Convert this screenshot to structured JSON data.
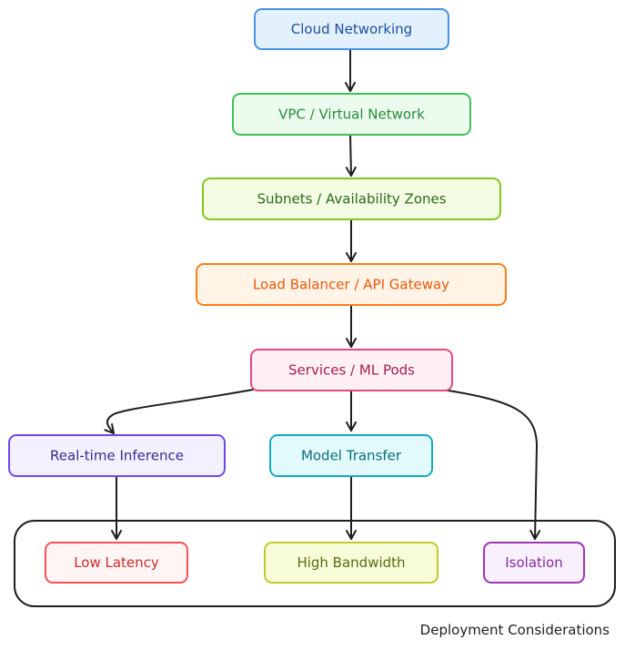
{
  "nodes": {
    "cloud_networking": {
      "label": "Cloud Networking",
      "stroke": "#4a90e2",
      "fill": "#e3f1fd",
      "text": "#1f4e9c"
    },
    "vpc": {
      "label": "VPC / Virtual Network",
      "stroke": "#40c057",
      "fill": "#ebfbee",
      "text": "#2b8a3e"
    },
    "subnets": {
      "label": "Subnets / Availability Zones",
      "stroke": "#82c91e",
      "fill": "#f4fce3",
      "text": "#2b6a1e"
    },
    "load_balancer": {
      "label": "Load Balancer / API Gateway",
      "stroke": "#fd7e14",
      "fill": "#fff4e6",
      "text": "#e8590c"
    },
    "services": {
      "label": "Services / ML Pods",
      "stroke": "#e64980",
      "fill": "#fff0f6",
      "text": "#a61e4d"
    },
    "realtime_inference": {
      "label": "Real-time Inference",
      "stroke": "#7048e8",
      "fill": "#f3f0ff",
      "text": "#3b2a8c"
    },
    "model_transfer": {
      "label": "Model Transfer",
      "stroke": "#15aabf",
      "fill": "#e3fafc",
      "text": "#0b6e7a"
    },
    "low_latency": {
      "label": "Low Latency",
      "stroke": "#fa5252",
      "fill": "#fff5f5",
      "text": "#c92a2a"
    },
    "high_bandwidth": {
      "label": "High Bandwidth",
      "stroke": "#c0cc2a",
      "fill": "#f8fbd8",
      "text": "#5c6a12"
    },
    "isolation": {
      "label": "Isolation",
      "stroke": "#9c36b5",
      "fill": "#f8f0fc",
      "text": "#862e9c"
    }
  },
  "group": {
    "label": "Deployment Considerations"
  }
}
